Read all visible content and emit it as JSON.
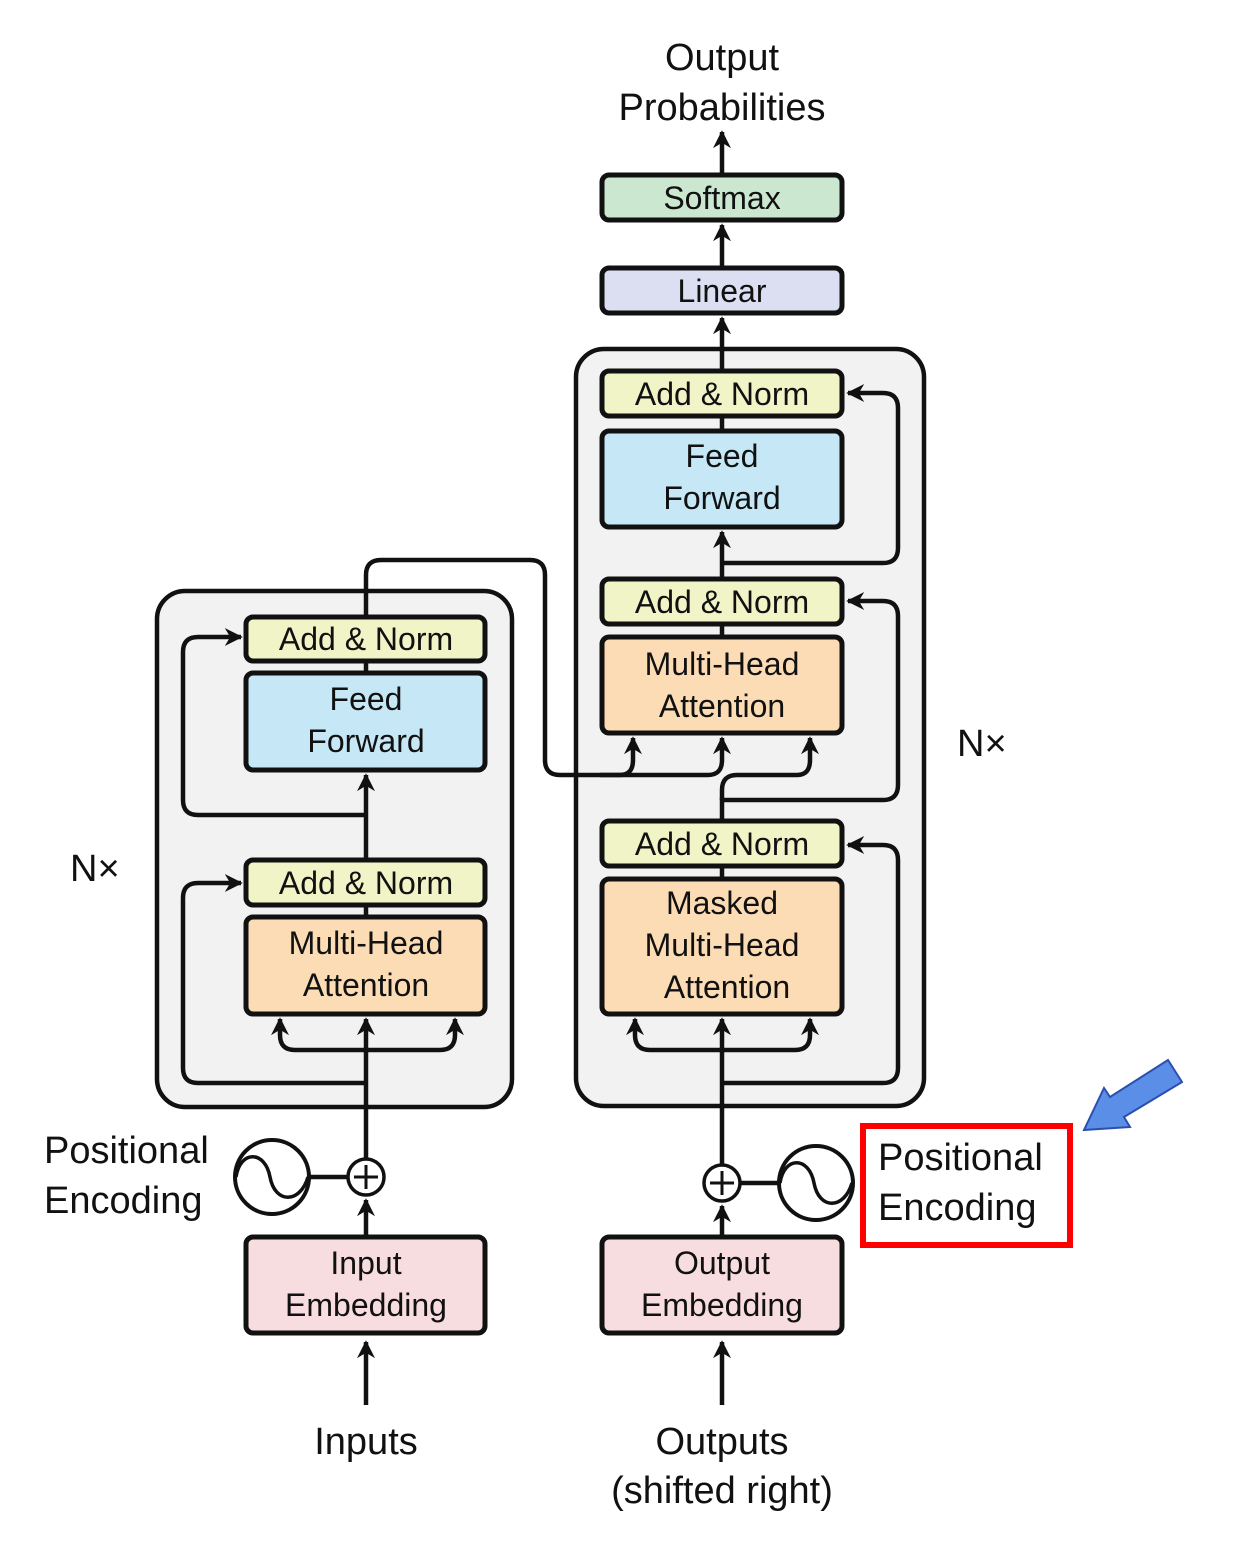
{
  "title": [
    "Output",
    "Probabilities"
  ],
  "colors": {
    "add_norm": "#f1f4c6",
    "feed_forward": "#c6e7f6",
    "attention": "#fcdcb5",
    "embedding": "#f8dde0",
    "softmax": "#cbe7d0",
    "linear": "#dcdff1",
    "highlight": "#ff0000",
    "pointer_arrow": "#5b8ee6"
  },
  "encoder": {
    "repeat": "N×",
    "add_norm_top": "Add & Norm",
    "feed_forward": [
      "Feed",
      "Forward"
    ],
    "add_norm_bottom": "Add & Norm",
    "attention": [
      "Multi-Head",
      "Attention"
    ],
    "embedding": [
      "Input",
      "Embedding"
    ],
    "positional": [
      "Positional",
      "Encoding"
    ],
    "input_label": "Inputs"
  },
  "decoder": {
    "repeat": "N×",
    "softmax": "Softmax",
    "linear": "Linear",
    "add_norm_top": "Add & Norm",
    "feed_forward": [
      "Feed",
      "Forward"
    ],
    "add_norm_mid": "Add & Norm",
    "attention": [
      "Multi-Head",
      "Attention"
    ],
    "add_norm_bottom": "Add & Norm",
    "masked_attention": [
      "Masked",
      "Multi-Head",
      "Attention"
    ],
    "embedding": [
      "Output",
      "Embedding"
    ],
    "positional": [
      "Positional",
      "Encoding"
    ],
    "output_label": [
      "Outputs",
      "(shifted right)"
    ]
  }
}
